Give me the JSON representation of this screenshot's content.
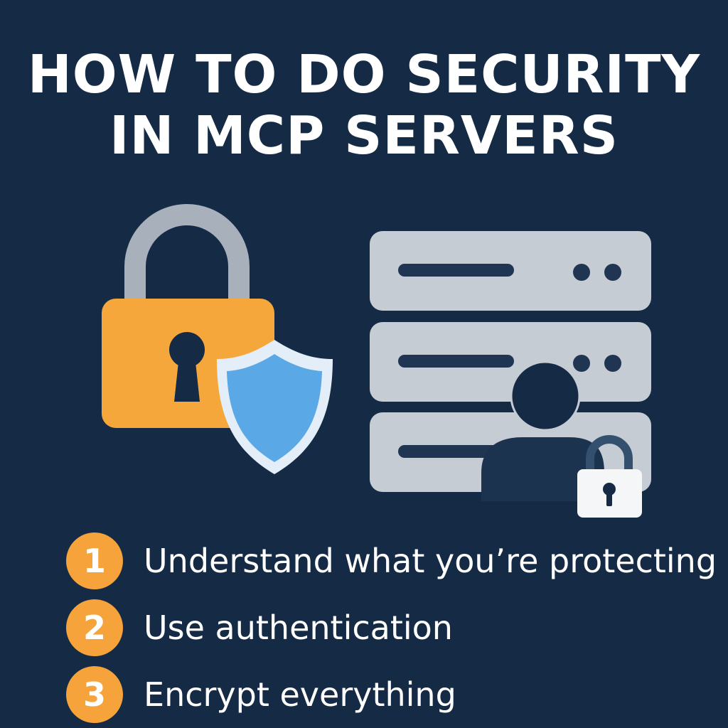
{
  "title": {
    "line1": "HOW TO DO SECURITY",
    "line2": "IN MCP SERVERS"
  },
  "steps": [
    {
      "number": "1",
      "label": "Understand what you’re protecting"
    },
    {
      "number": "2",
      "label": "Use authentication"
    },
    {
      "number": "3",
      "label": "Encrypt everything"
    }
  ],
  "colors": {
    "background": "#142a45",
    "accent": "#f5a33a",
    "shield": "#5aa8e6",
    "server": "#c5ccd4"
  }
}
